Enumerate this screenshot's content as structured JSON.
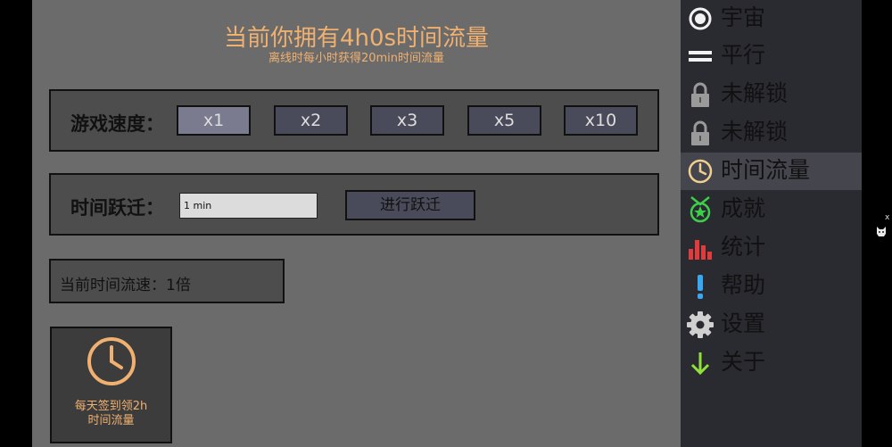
{
  "header": {
    "title": "当前你拥有4h0s时间流量",
    "subtitle": "离线时每小时获得20min时间流量"
  },
  "speed": {
    "label": "游戏速度：",
    "options": [
      "x1",
      "x2",
      "x3",
      "x5",
      "x10"
    ],
    "selected": "x1"
  },
  "jump": {
    "label": "时间跃迁：",
    "input_value": "1 min",
    "button_label": "进行跃迁"
  },
  "rate": {
    "text": "当前时间流速：1倍"
  },
  "checkin": {
    "line1": "每天签到领2h",
    "line2": "时间流量",
    "icon": "clock-icon"
  },
  "sidebar": {
    "items": [
      {
        "label": "宇宙",
        "icon": "radio-circle-icon"
      },
      {
        "label": "平行",
        "icon": "equals-icon"
      },
      {
        "label": "未解锁",
        "icon": "lock-icon"
      },
      {
        "label": "未解锁",
        "icon": "lock-icon"
      },
      {
        "label": "时间流量",
        "icon": "clock-icon"
      },
      {
        "label": "成就",
        "icon": "medal-star-icon"
      },
      {
        "label": "统计",
        "icon": "bar-chart-icon"
      },
      {
        "label": "帮助",
        "icon": "exclamation-icon"
      },
      {
        "label": "设置",
        "icon": "gear-icon"
      },
      {
        "label": "关于",
        "icon": "arrow-down-icon"
      }
    ],
    "selected": "时间流量"
  },
  "colors": {
    "accent_orange": "#f0b070",
    "main_bg": "#6b6b6b",
    "sidebar_bg": "#2a2a31",
    "achievement_green": "#3ecf4a",
    "stats_red": "#e23b3b",
    "help_blue": "#3aa8f0",
    "about_green": "#8fe03a"
  },
  "overlay": {
    "close_label": "x",
    "mascot_icon": "cat-mascot-icon"
  }
}
